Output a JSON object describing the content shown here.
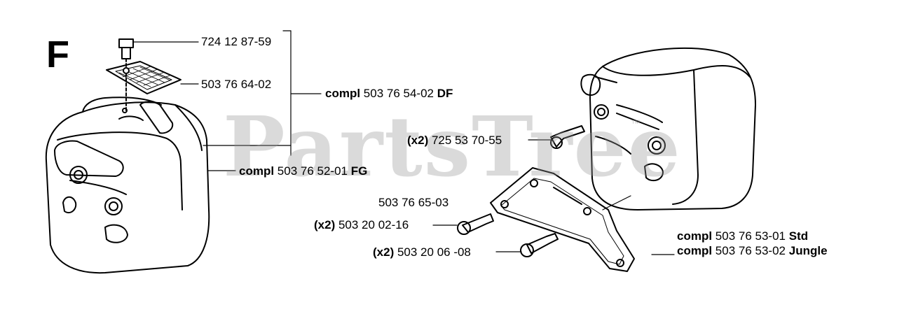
{
  "diagram": {
    "section_letter": "F",
    "watermark": "PartsTree",
    "watermark_mark": "™",
    "parts": {
      "screw_top": {
        "number": "724 12 87-59"
      },
      "screen": {
        "number": "503 76 64-02"
      },
      "assembly_df": {
        "prefix": "compl",
        "number": "503 76 54-02",
        "suffix": "DF"
      },
      "assembly_fg": {
        "prefix": "compl",
        "number": "503 76 52-01",
        "suffix": "FG"
      },
      "screw_muffler": {
        "qty": "(x2)",
        "number": "725 53 70-55"
      },
      "bracket": {
        "number": "503 76 65-03"
      },
      "bolt_1": {
        "qty": "(x2)",
        "number": "503 20 02-16"
      },
      "bolt_2": {
        "qty": "(x2)",
        "number": "503 20 06 -08"
      },
      "assembly_std": {
        "prefix": "compl",
        "number": "503 76 53-01",
        "suffix": "Std"
      },
      "assembly_jungle": {
        "prefix": "compl",
        "number": "503 76 53-02",
        "suffix": "Jungle"
      }
    }
  }
}
